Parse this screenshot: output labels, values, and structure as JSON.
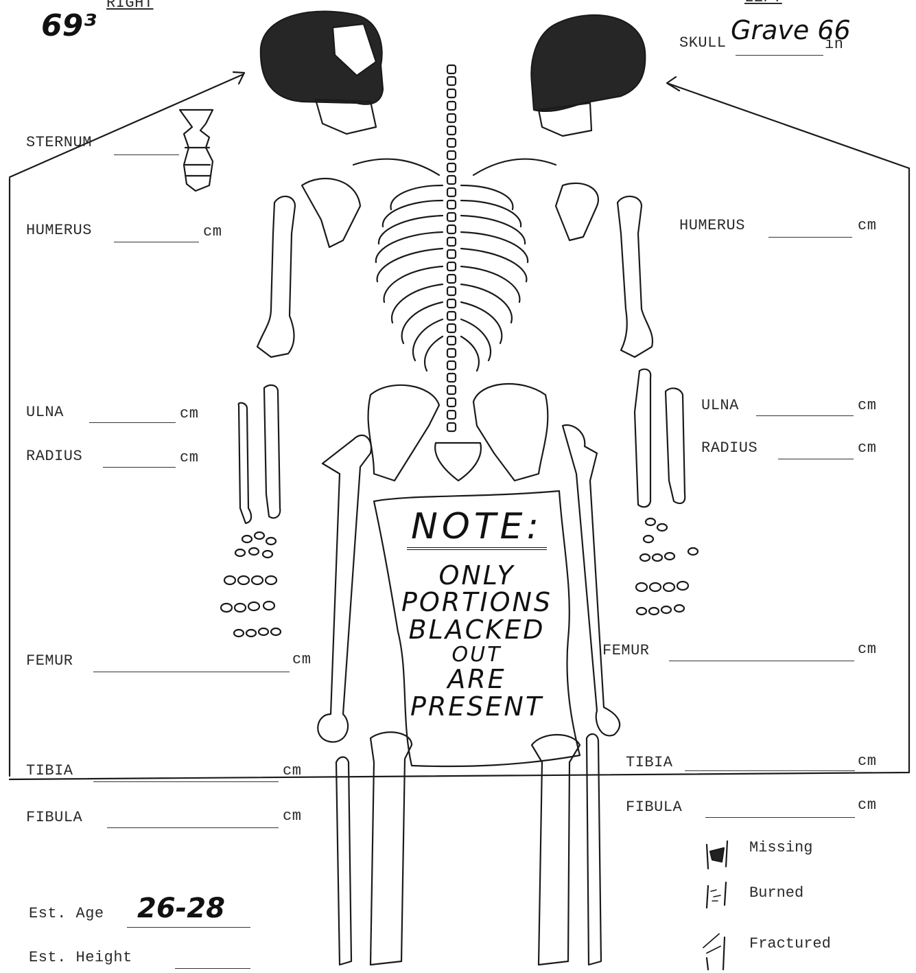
{
  "header": {
    "sheet_number": "69³",
    "right_label": "RIGHT",
    "left_label": "LEFT",
    "skull_label": "SKULL",
    "skull_value": "Grave 66",
    "skull_unit": "in"
  },
  "right_side": {
    "sternum": "STERNUM",
    "humerus": "HUMERUS",
    "ulna": "ULNA",
    "radius": "RADIUS",
    "femur": "FEMUR",
    "tibia": "TIBIA",
    "fibula": "FIBULA",
    "unit": "cm"
  },
  "left_side": {
    "humerus": "HUMERUS",
    "ulna": "ULNA",
    "radius": "RADIUS",
    "femur": "FEMUR",
    "tibia": "TIBIA",
    "fibula": "FIBULA",
    "unit": "cm"
  },
  "note": {
    "heading": "NOTE:",
    "lines": [
      "ONLY",
      "PORTIONS",
      "BLACKED",
      "OUT",
      "ARE",
      "PRESENT"
    ]
  },
  "legend": {
    "missing": "Missing",
    "burned": "Burned",
    "fractured": "Fractured"
  },
  "estimates": {
    "age_label": "Est. Age",
    "age_value": "26-28",
    "height_label": "Est. Height",
    "height_value": ""
  }
}
